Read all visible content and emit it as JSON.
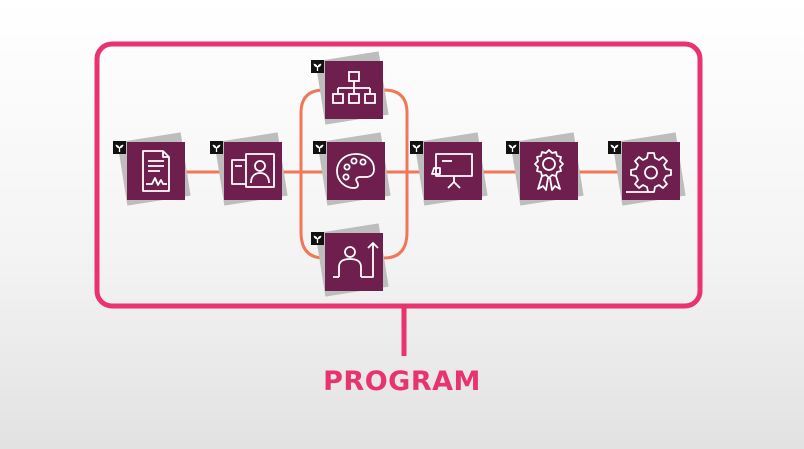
{
  "diagram": {
    "label": "PROGRAM",
    "colors": {
      "frame": "#e8336f",
      "connector": "#f07858",
      "node_fill": "#6e1f4e",
      "node_shadow": "#bdbdbd",
      "icon_stroke": "#ffffff",
      "badge_fill": "#111111"
    },
    "nodes": [
      {
        "id": "document",
        "icon": "document-chart-icon"
      },
      {
        "id": "profiles",
        "icon": "profile-cards-icon"
      },
      {
        "id": "hierarchy",
        "icon": "org-chart-icon"
      },
      {
        "id": "creativity",
        "icon": "palette-icon"
      },
      {
        "id": "growth",
        "icon": "person-growth-icon"
      },
      {
        "id": "presentation",
        "icon": "presentation-board-icon"
      },
      {
        "id": "certification",
        "icon": "award-ribbon-icon"
      },
      {
        "id": "operations",
        "icon": "gear-icon"
      }
    ],
    "badge_icon": "sprout-icon"
  }
}
